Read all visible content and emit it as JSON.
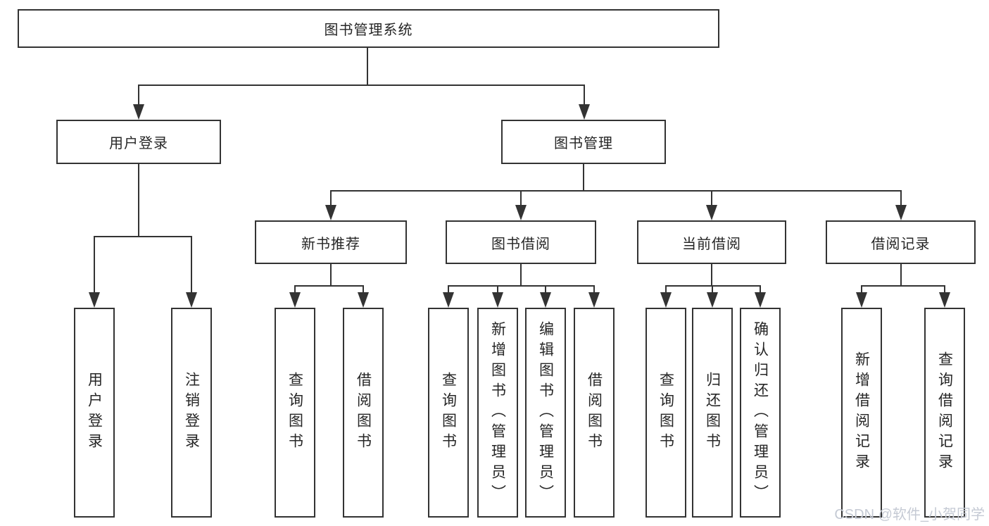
{
  "diagram": {
    "root_label": "图书管理系统",
    "level2": {
      "left": "用户登录",
      "right": "图书管理"
    },
    "level3": {
      "a": "新书推荐",
      "b": "图书借阅",
      "c": "当前借阅",
      "d": "借阅记录"
    },
    "leaves": {
      "login": [
        "用户登录",
        "注销登录"
      ],
      "recommend": [
        "查询图书",
        "借阅图书"
      ],
      "borrow": [
        "查询图书",
        "新增图书（管理员）",
        "编辑图书（管理员）",
        "借阅图书"
      ],
      "current": [
        "查询图书",
        "归还图书",
        "确认归还（管理员）"
      ],
      "records": [
        "新增借阅记录",
        "查询借阅记录"
      ]
    }
  },
  "watermark": "CSDN @软件_小贺同学",
  "colors": {
    "line": "#333333",
    "text": "#262626",
    "watermark": "#c5cad4",
    "background": "#ffffff"
  }
}
